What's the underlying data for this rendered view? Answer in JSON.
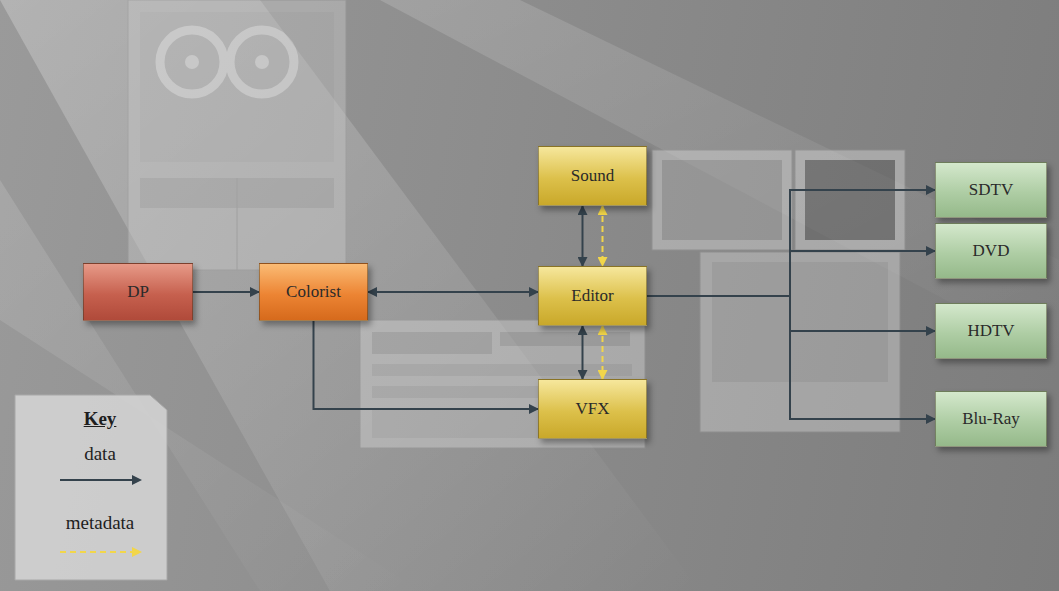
{
  "diagram": {
    "nodes": [
      {
        "text": [
          "DP"
        ]
      },
      {
        "text": [
          "Colorist"
        ]
      },
      {
        "text": [
          "Sound"
        ]
      },
      {
        "text": [
          "Editor"
        ]
      },
      {
        "text": [
          "VFX"
        ]
      },
      {
        "text": [
          "SDTV"
        ]
      },
      {
        "text": [
          "DVD"
        ]
      },
      {
        "text": [
          "HDTV"
        ]
      },
      {
        "text": [
          "Blu-Ray"
        ]
      }
    ],
    "edges": [
      {
        "from": 0,
        "to": 1,
        "arrow": "to"
      },
      {
        "from": 1,
        "to": 3,
        "arrow": "both"
      },
      {
        "from": 1,
        "to": 4,
        "arrow": "to"
      },
      {
        "from": 2,
        "to": 3,
        "arrow": "both"
      },
      {
        "from": 2,
        "to": 3,
        "arrow": "both"
      },
      {
        "from": 3,
        "to": 4,
        "arrow": "both"
      },
      {
        "from": 3,
        "to": 4,
        "arrow": "both"
      },
      {
        "from": 3,
        "to": 5,
        "arrow": "to"
      },
      {
        "from": 3,
        "to": 6,
        "arrow": "to"
      },
      {
        "from": 3,
        "to": 7,
        "arrow": "to"
      },
      {
        "from": 3,
        "to": 8,
        "arrow": "to"
      }
    ],
    "labels": [
      "Key"
    ],
    "legend": [
      {
        "text": "data"
      },
      {
        "text": "metadata"
      }
    ]
  }
}
